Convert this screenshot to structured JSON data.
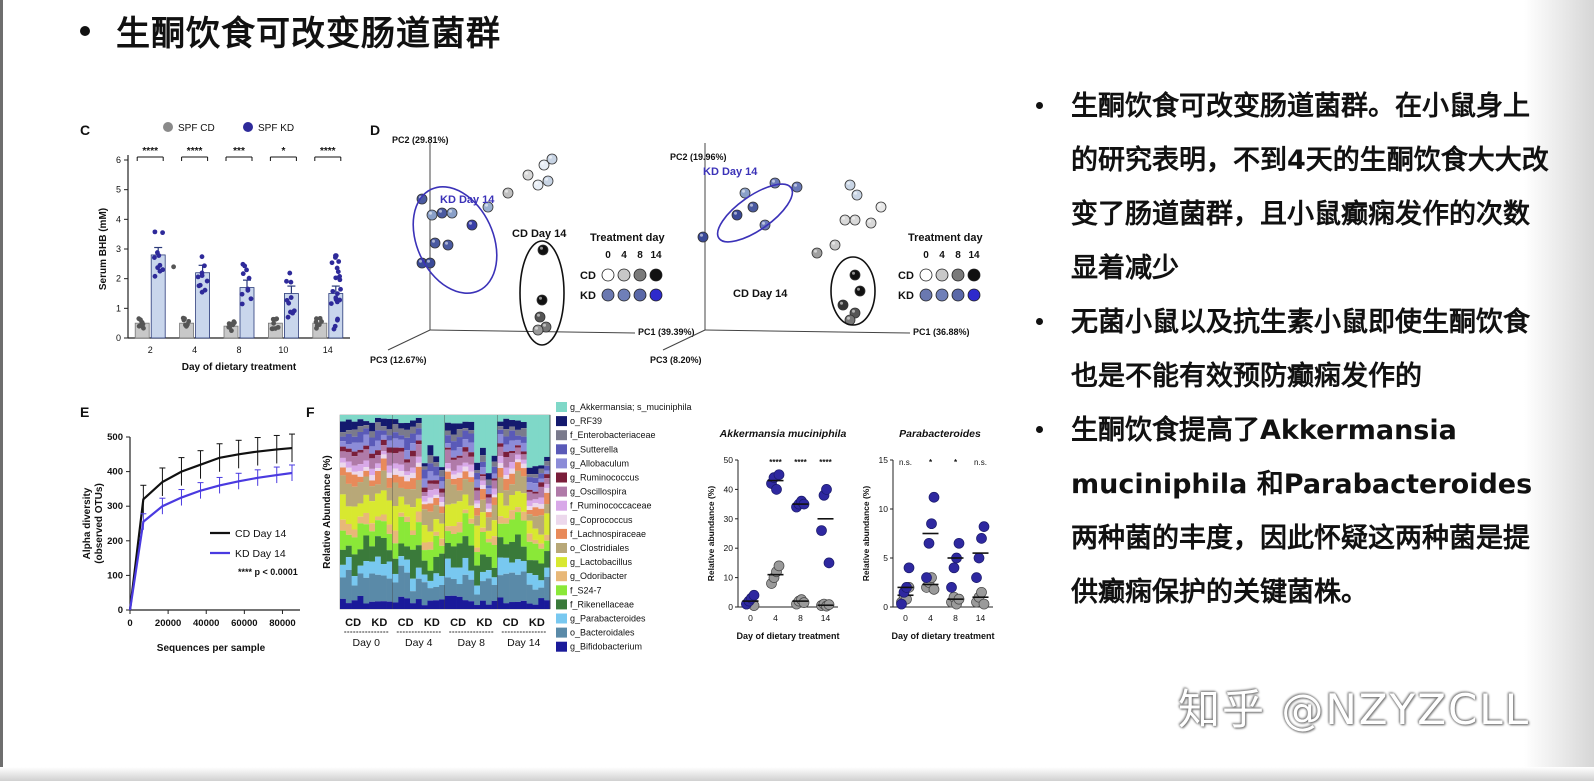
{
  "slide": {
    "title": "生酮饮食可改变肠道菌群",
    "notes": [
      "生酮饮食可改变肠道菌群。在小鼠身上的研究表明，不到4天的生酮饮食大大改变了肠道菌群，且小鼠癫痫发作的次数显着减少",
      "无菌小鼠以及抗生素小鼠即使生酮饮食也是不能有效预防癫痫发作的",
      "生酮饮食提高了Akkermansia muciniphila 和Parabacteroides 两种菌的丰度，因此怀疑这两种菌是提供癫痫保护的关键菌株。"
    ],
    "watermark": "知乎 @NZYZCLL"
  },
  "colors": {
    "cd_gray": "#8a8a8a",
    "kd_blue": "#2e2a9a",
    "kd_bar": "#c9d6ec",
    "cd_bar": "#c8c8c8",
    "ellipse_blue": "#3b32b8"
  },
  "chart_data": [
    {
      "panel": "C",
      "type": "bar",
      "legend": [
        "SPF CD",
        "SPF KD"
      ],
      "categories": [
        "2",
        "4",
        "8",
        "10",
        "14"
      ],
      "series": [
        {
          "name": "SPF CD",
          "values": [
            0.5,
            0.5,
            0.4,
            0.5,
            0.5
          ]
        },
        {
          "name": "SPF KD",
          "values": [
            2.8,
            2.2,
            1.7,
            1.5,
            1.5
          ]
        }
      ],
      "significance": [
        "****",
        "****",
        "***",
        "*",
        "****"
      ],
      "xlabel": "Day of dietary treatment",
      "ylabel": "Serum BHB (mM)",
      "ylim": [
        0,
        6
      ],
      "yticks": [
        "0",
        "1",
        "2",
        "3",
        "4",
        "5",
        "6"
      ]
    },
    {
      "panel": "D",
      "type": "scatter",
      "plots": [
        {
          "pc1": "PC1 (39.39%)",
          "pc2": "PC2 (29.81%)",
          "pc3": "PC3 (12.67%)",
          "kd_label": "KD Day 14",
          "cd_label": "CD Day 14"
        },
        {
          "pc1": "PC1 (36.88%)",
          "pc2": "PC2 (19.96%)",
          "pc3": "PC3 (8.20%)",
          "kd_label": "KD Day 14",
          "cd_label": "CD Day 14"
        }
      ],
      "legend_title": "Treatment day",
      "legend_days": [
        "0",
        "4",
        "8",
        "14"
      ],
      "legend_rows": [
        "CD",
        "KD"
      ]
    },
    {
      "panel": "E",
      "type": "line",
      "x": [
        0,
        7000,
        17000,
        27000,
        37000,
        47000,
        57000,
        67000,
        77000,
        85000
      ],
      "series": [
        {
          "name": "CD Day 14",
          "values": [
            0,
            320,
            370,
            400,
            420,
            440,
            450,
            458,
            464,
            468
          ]
        },
        {
          "name": "KD Day 14",
          "values": [
            0,
            255,
            300,
            325,
            345,
            360,
            372,
            382,
            390,
            396
          ]
        }
      ],
      "xlabel": "Sequences per sample",
      "ylabel": "Alpha diversity (observed OTUs)",
      "xticks": [
        "0",
        "20000",
        "40000",
        "60000",
        "80000"
      ],
      "yticks": [
        "0",
        "100",
        "200",
        "300",
        "400",
        "500"
      ],
      "annotation": "**** p < 0.0001",
      "ylim": [
        0,
        500
      ]
    },
    {
      "panel": "F",
      "type": "bar",
      "ylabel": "Relative Abundance (%)",
      "group_labels": [
        "CD",
        "KD",
        "CD",
        "KD",
        "CD",
        "KD",
        "CD",
        "KD"
      ],
      "days": [
        "Day 0",
        "Day 4",
        "Day 8",
        "Day 14"
      ],
      "taxa": [
        {
          "name": "g_Akkermansia; s_muciniphila",
          "color": "#7fd8c8"
        },
        {
          "name": "o_RF39",
          "color": "#141a6e"
        },
        {
          "name": "f_Enterobacteriaceae",
          "color": "#7a7a8c"
        },
        {
          "name": "g_Sutterella",
          "color": "#5a5ab8"
        },
        {
          "name": "g_Allobaculum",
          "color": "#8c8cd8"
        },
        {
          "name": "g_Ruminococcus",
          "color": "#7a1e3a"
        },
        {
          "name": "g_Oscillospira",
          "color": "#b07aa8"
        },
        {
          "name": "f_Ruminococcaceae",
          "color": "#d8a8e8"
        },
        {
          "name": "g_Coprococcus",
          "color": "#ecd8ec"
        },
        {
          "name": "f_Lachnospiraceae",
          "color": "#e88a5a"
        },
        {
          "name": "o_Clostridiales",
          "color": "#b8a878"
        },
        {
          "name": "g_Lactobacillus",
          "color": "#d8e830"
        },
        {
          "name": "g_Odoribacter",
          "color": "#e8b878"
        },
        {
          "name": "f_S24-7",
          "color": "#8ae838"
        },
        {
          "name": "f_Rikenellaceae",
          "color": "#3a7a3a"
        },
        {
          "name": "g_Parabacteroides",
          "color": "#78c8f0"
        },
        {
          "name": "o_Bacteroidales",
          "color": "#5a8aa8"
        },
        {
          "name": "g_Bifidobacterium",
          "color": "#1a1a9a"
        }
      ]
    },
    {
      "panel": "F-dot",
      "type": "scatter",
      "title": "Akkermansia muciniphila",
      "ylabel": "Relative abundance (%)",
      "xlabel": "Day of dietary treatment",
      "categories": [
        "0",
        "4",
        "8",
        "14"
      ],
      "yticks": [
        "0",
        "10",
        "20",
        "30",
        "40",
        "50"
      ],
      "ylim": [
        0,
        50
      ],
      "significance": [
        "",
        "****",
        "****",
        "****"
      ],
      "series": [
        {
          "name": "CD",
          "values": [
            [
              1,
              2,
              3,
              0.5
            ],
            [
              8,
              10,
              12,
              14
            ],
            [
              1,
              2,
              2.5,
              1.5
            ],
            [
              0.5,
              1,
              0.3,
              0.8
            ]
          ],
          "means": [
            2,
            11,
            2,
            0.6
          ]
        },
        {
          "name": "KD",
          "values": [
            [
              1,
              2,
              3,
              4
            ],
            [
              42,
              44,
              40,
              45
            ],
            [
              34,
              35,
              36,
              35
            ],
            [
              26,
              38,
              40,
              15
            ]
          ],
          "means": [
            2,
            43,
            35,
            30
          ]
        }
      ]
    },
    {
      "panel": "F-dot",
      "type": "scatter",
      "title": "Parabacteroides",
      "ylabel": "Relative abundance (%)",
      "xlabel": "Day of dietary treatment",
      "categories": [
        "0",
        "4",
        "8",
        "14"
      ],
      "yticks": [
        "0",
        "5",
        "10",
        "15"
      ],
      "ylim": [
        0,
        15
      ],
      "significance": [
        "n.s.",
        "*",
        "*",
        "n.s."
      ],
      "series": [
        {
          "name": "CD",
          "values": [
            [
              0.5,
              1.2,
              0.8,
              2
            ],
            [
              2,
              2.5,
              3,
              1.8
            ],
            [
              0.5,
              1,
              0.3,
              0.8
            ],
            [
              0.5,
              1,
              1.5,
              0.3
            ]
          ],
          "means": [
            1.2,
            2.3,
            0.8,
            1
          ]
        },
        {
          "name": "KD",
          "values": [
            [
              0.3,
              1.5,
              2,
              4
            ],
            [
              3,
              6.5,
              8.5,
              11.2
            ],
            [
              2,
              4,
              5,
              6.5
            ],
            [
              3,
              5,
              7,
              8.2
            ]
          ],
          "means": [
            2,
            7.5,
            5,
            5.5
          ]
        }
      ]
    }
  ]
}
